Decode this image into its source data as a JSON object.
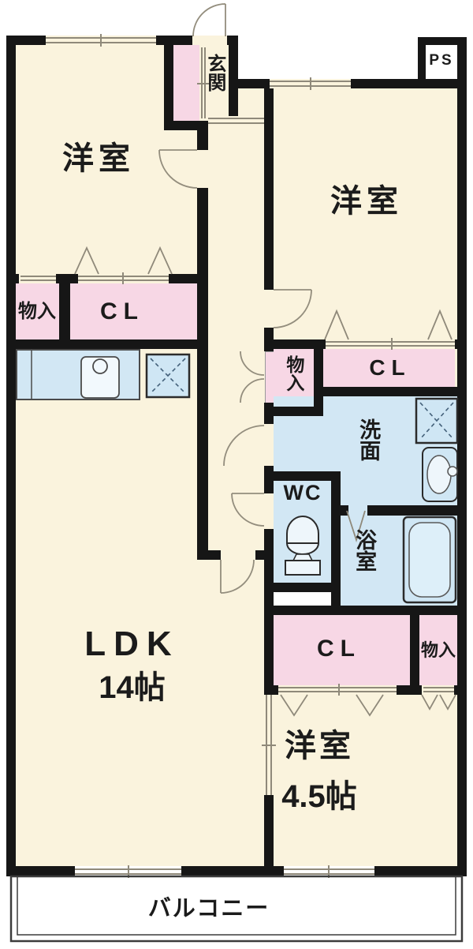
{
  "floorplan": {
    "type": "japanese-apartment-floor-plan",
    "rooms": {
      "bedroom_top_left": {
        "label": "洋室"
      },
      "bedroom_top_right": {
        "label": "洋室"
      },
      "ldk": {
        "label": "LDK",
        "size": "14帖"
      },
      "bedroom_small": {
        "label": "洋室",
        "size": "4.5帖"
      },
      "entrance": {
        "label": "玄関"
      },
      "pipe_space": {
        "label": "PS"
      },
      "washroom": {
        "label": "洗面"
      },
      "toilet": {
        "label": "WC"
      },
      "bathroom": {
        "label": "浴室"
      },
      "balcony": {
        "label": "バルコニー"
      }
    },
    "storage": {
      "closet_small_top_left": {
        "label": "物入"
      },
      "closet_top_left": {
        "label": "CL"
      },
      "closet_hallway": {
        "label": "物入"
      },
      "closet_top_right": {
        "label": "CL"
      },
      "closet_bottom": {
        "label": "CL"
      },
      "closet_bottom_right": {
        "label": "物入"
      }
    },
    "fixtures": [
      "kitchen-counter",
      "kitchen-sink",
      "refrigerator-space-cross",
      "washing-machine-space-cross",
      "wash-basin",
      "toilet-bowl",
      "bathtub"
    ],
    "colors": {
      "floor_cream": "#faf3dd",
      "closet_pink": "#f7d7e5",
      "wet_area_blue": "#d2e7f4",
      "wall_black": "#161616",
      "line_gray": "#938d7d",
      "background": "#ffffff"
    }
  }
}
